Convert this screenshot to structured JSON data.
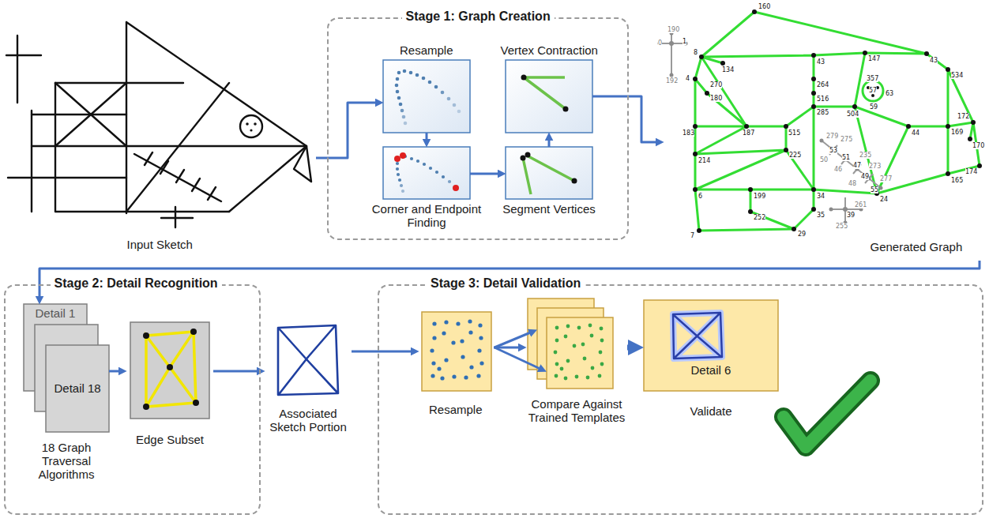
{
  "diagram": {
    "nodes": [
      {
        "text": [
          "Input Sketch"
        ]
      },
      {
        "text": [
          "Stage 1: Graph Creation"
        ]
      },
      {
        "text": [
          "Resample"
        ],
        "in": 1
      },
      {
        "text": [
          "Vertex Contraction"
        ],
        "in": 1
      },
      {
        "text": [
          "Corner and Endpoint Finding"
        ],
        "in": 1
      },
      {
        "text": [
          "Segment Vertices"
        ],
        "in": 1
      },
      {
        "text": [
          "Generated Graph"
        ]
      },
      {
        "text": [
          "Stage 2: Detail Recognition"
        ]
      },
      {
        "text": [
          "Detail 1",
          "Detail 18",
          "18 Graph Traversal Algorithms"
        ],
        "in": 7
      },
      {
        "text": [
          "Edge Subset"
        ],
        "in": 7
      },
      {
        "text": [
          "Associated Sketch Portion"
        ]
      },
      {
        "text": [
          "Stage 3: Detail Validation"
        ]
      },
      {
        "text": [
          "Resample"
        ],
        "in": 11
      },
      {
        "text": [
          "Compare Against Trained Templates"
        ],
        "in": 11
      },
      {
        "text": [
          "Detail 6",
          "Validate"
        ],
        "in": 11
      }
    ],
    "edges": [
      {
        "from": 0,
        "to": 2,
        "arrow": "to"
      },
      {
        "from": 2,
        "to": 4,
        "arrow": "to"
      },
      {
        "from": 4,
        "to": 5,
        "arrow": "to"
      },
      {
        "from": 5,
        "to": 3,
        "arrow": "to"
      },
      {
        "from": 3,
        "to": 6,
        "arrow": "to"
      },
      {
        "from": 6,
        "to": 8,
        "arrow": "to"
      },
      {
        "from": 8,
        "to": 9,
        "arrow": "to"
      },
      {
        "from": 9,
        "to": 10,
        "arrow": "to"
      },
      {
        "from": 10,
        "to": 12,
        "arrow": "to"
      },
      {
        "from": 12,
        "to": 13,
        "arrow": "to"
      },
      {
        "from": 13,
        "to": 14,
        "arrow": "to"
      }
    ],
    "labels": [
      "190",
      "0",
      "1",
      "192",
      "160",
      "8",
      "134",
      "4",
      "270",
      "180",
      "183",
      "187",
      "515",
      "225",
      "214",
      "6",
      "199",
      "34",
      "24",
      "35",
      "252",
      "7",
      "29",
      "43",
      "147",
      "43",
      "534",
      "264",
      "516",
      "285",
      "504",
      "44",
      "169",
      "172",
      "170",
      "174",
      "165",
      "357",
      "57",
      "63",
      "59",
      "279",
      "275",
      "53",
      "51",
      "50",
      "46",
      "47",
      "235",
      "273",
      "49",
      "48",
      "277",
      "55",
      "39",
      "261",
      "255"
    ]
  }
}
